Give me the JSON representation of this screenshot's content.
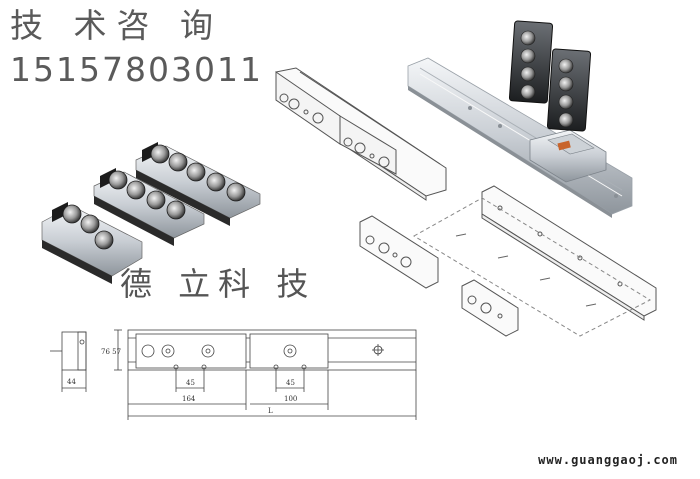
{
  "header": {
    "title": "技 术咨 询",
    "phone": "15157803011"
  },
  "brand": {
    "name": "德 立科 技"
  },
  "footer": {
    "website": "www.guanggaoj.com"
  },
  "drawing": {
    "dim_width_left": "44",
    "dim_height": "76 57",
    "dim_spacing_a": "45",
    "dim_spacing_b": "45",
    "dim_length_a": "164",
    "dim_length_b": "100",
    "dim_total": "L"
  },
  "colors": {
    "text_gray": "#5a5a5a",
    "metal_light": "#d8dde3",
    "metal_dark": "#2a2a2a",
    "bolt_orange": "#c8642c"
  }
}
